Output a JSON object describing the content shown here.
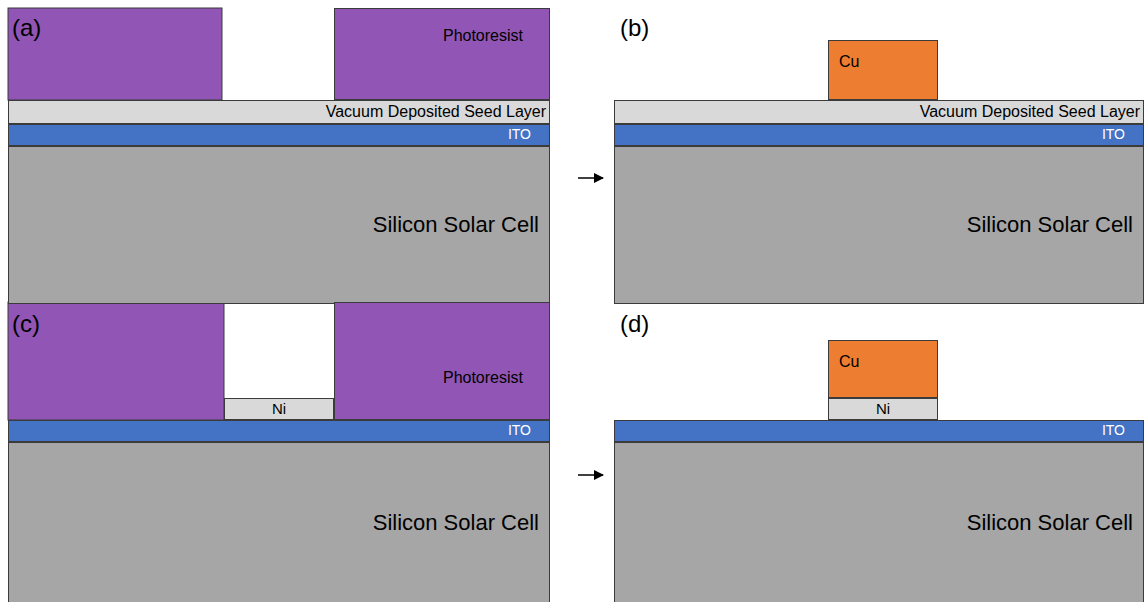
{
  "diagram": {
    "nodes": [
      {
        "text": [
          "Photoresist"
        ]
      },
      {
        "text": [
          "Vacuum Deposited Seed Layer"
        ]
      },
      {
        "text": [
          "ITO"
        ]
      },
      {
        "text": [
          "Silicon Solar Cell"
        ]
      },
      {
        "text": [
          "Cu"
        ]
      },
      {
        "text": [
          "Vacuum Deposited Seed Layer"
        ]
      },
      {
        "text": [
          "ITO"
        ]
      },
      {
        "text": [
          "Silicon Solar Cell"
        ]
      },
      {
        "text": [
          "Photoresist"
        ]
      },
      {
        "text": [
          "Ni"
        ]
      },
      {
        "text": [
          "ITO"
        ]
      },
      {
        "text": [
          "Silicon Solar Cell"
        ]
      },
      {
        "text": [
          "Cu"
        ]
      },
      {
        "text": [
          "Ni"
        ]
      },
      {
        "text": [
          "ITO"
        ]
      },
      {
        "text": [
          "Silicon Solar Cell"
        ]
      }
    ],
    "labels": [
      "(a)",
      "(b)",
      "(c)",
      "(d)"
    ]
  }
}
